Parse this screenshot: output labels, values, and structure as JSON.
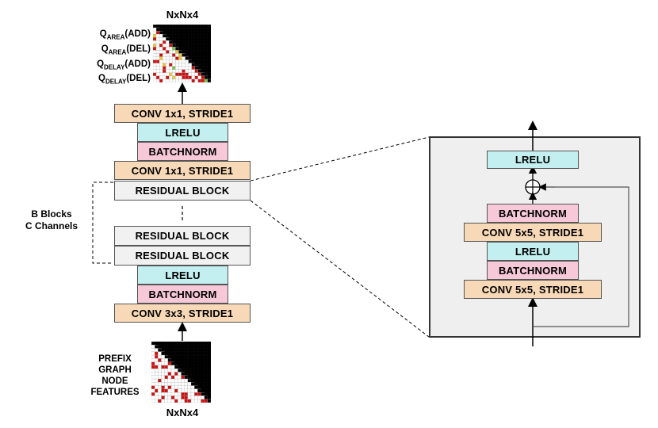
{
  "output_matrix": {
    "title": "NxNx4",
    "channels": [
      {
        "main": "Q",
        "sub": "AREA",
        "suffix": "(ADD)"
      },
      {
        "main": "Q",
        "sub": "AREA",
        "suffix": "(DEL)"
      },
      {
        "main": "Q",
        "sub": "DELAY",
        "suffix": "(ADD)"
      },
      {
        "main": "Q",
        "sub": "DELAY",
        "suffix": "(DEL)"
      }
    ]
  },
  "input_matrix": {
    "title": "NxNx4",
    "label_lines": [
      "PREFIX",
      "GRAPH",
      "NODE",
      "FEATURES"
    ]
  },
  "network": {
    "head_conv_top": "CONV 1x1, STRIDE1",
    "head_lrelu": "LRELU",
    "head_batchnorm": "BATCHNORM",
    "head_conv_bottom": "CONV 1x1, STRIDE1",
    "residual_1": "RESIDUAL BLOCK",
    "residual_2": "RESIDUAL BLOCK",
    "residual_3": "RESIDUAL BLOCK",
    "stem_lrelu": "LRELU",
    "stem_batchnorm": "BATCHNORM",
    "stem_conv": "CONV 3x3, STRIDE1"
  },
  "brace_label": [
    "B Blocks",
    "C Channels"
  ],
  "residual_detail": {
    "lrelu_out": "LRELU",
    "batchnorm_2": "BATCHNORM",
    "conv_2": "CONV 5x5, STRIDE1",
    "lrelu_mid": "LRELU",
    "batchnorm_1": "BATCHNORM",
    "conv_1": "CONV 5x5, STRIDE1",
    "add_symbol": "⊕"
  },
  "colors": {
    "conv": "#f8d9b7",
    "lrelu": "#c3eff0",
    "batchnorm": "#f6c8d8",
    "residual": "#f1f1f1",
    "matrix_dark": "#000000",
    "matrix_grid": "#b0b0b0",
    "matrix_red": "#cc1111",
    "matrix_green": "#7cc04a",
    "matrix_yellow": "#e8c53a"
  }
}
